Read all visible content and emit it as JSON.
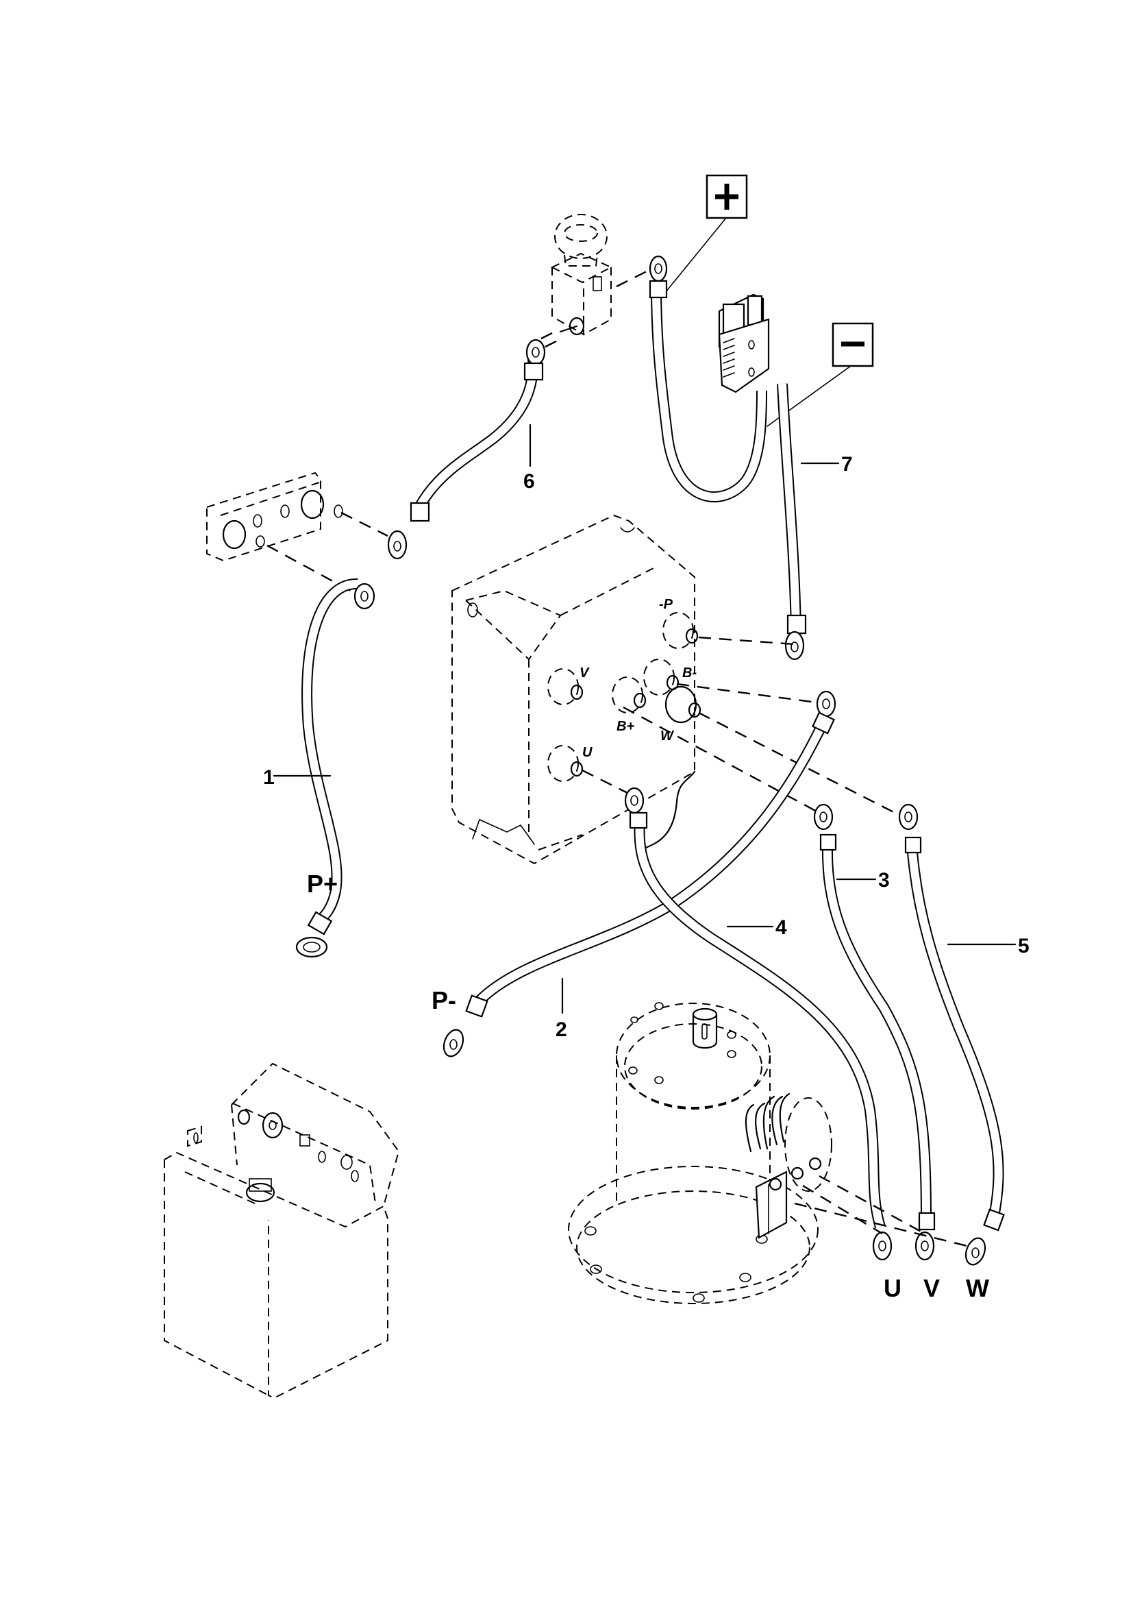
{
  "diagram": {
    "type": "exploded wiring / parts diagram",
    "callouts": [
      {
        "number": "1",
        "part": "cable",
        "end_label": "P+"
      },
      {
        "number": "2",
        "part": "cable",
        "end_label": "P-"
      },
      {
        "number": "3",
        "part": "cable",
        "end_label": "U"
      },
      {
        "number": "4",
        "part": "cable",
        "end_label": "U"
      },
      {
        "number": "5",
        "part": "cable",
        "end_label": "W"
      },
      {
        "number": "6",
        "part": "cable",
        "end_label": ""
      },
      {
        "number": "7",
        "part": "battery connector cable",
        "end_label": ""
      }
    ],
    "labels": {
      "p_plus": "P+",
      "p_minus": "P-",
      "motor_u": "U",
      "motor_v": "V",
      "motor_w": "W"
    },
    "polarity": {
      "positive": "+",
      "negative": "−"
    },
    "controller_terminals": [
      "-P",
      "V",
      "B-",
      "B+",
      "W",
      "U"
    ],
    "components": [
      "emergency-stop switch",
      "battery connector",
      "fuse holder",
      "motor controller",
      "drive motor",
      "hydraulic pump unit"
    ]
  }
}
